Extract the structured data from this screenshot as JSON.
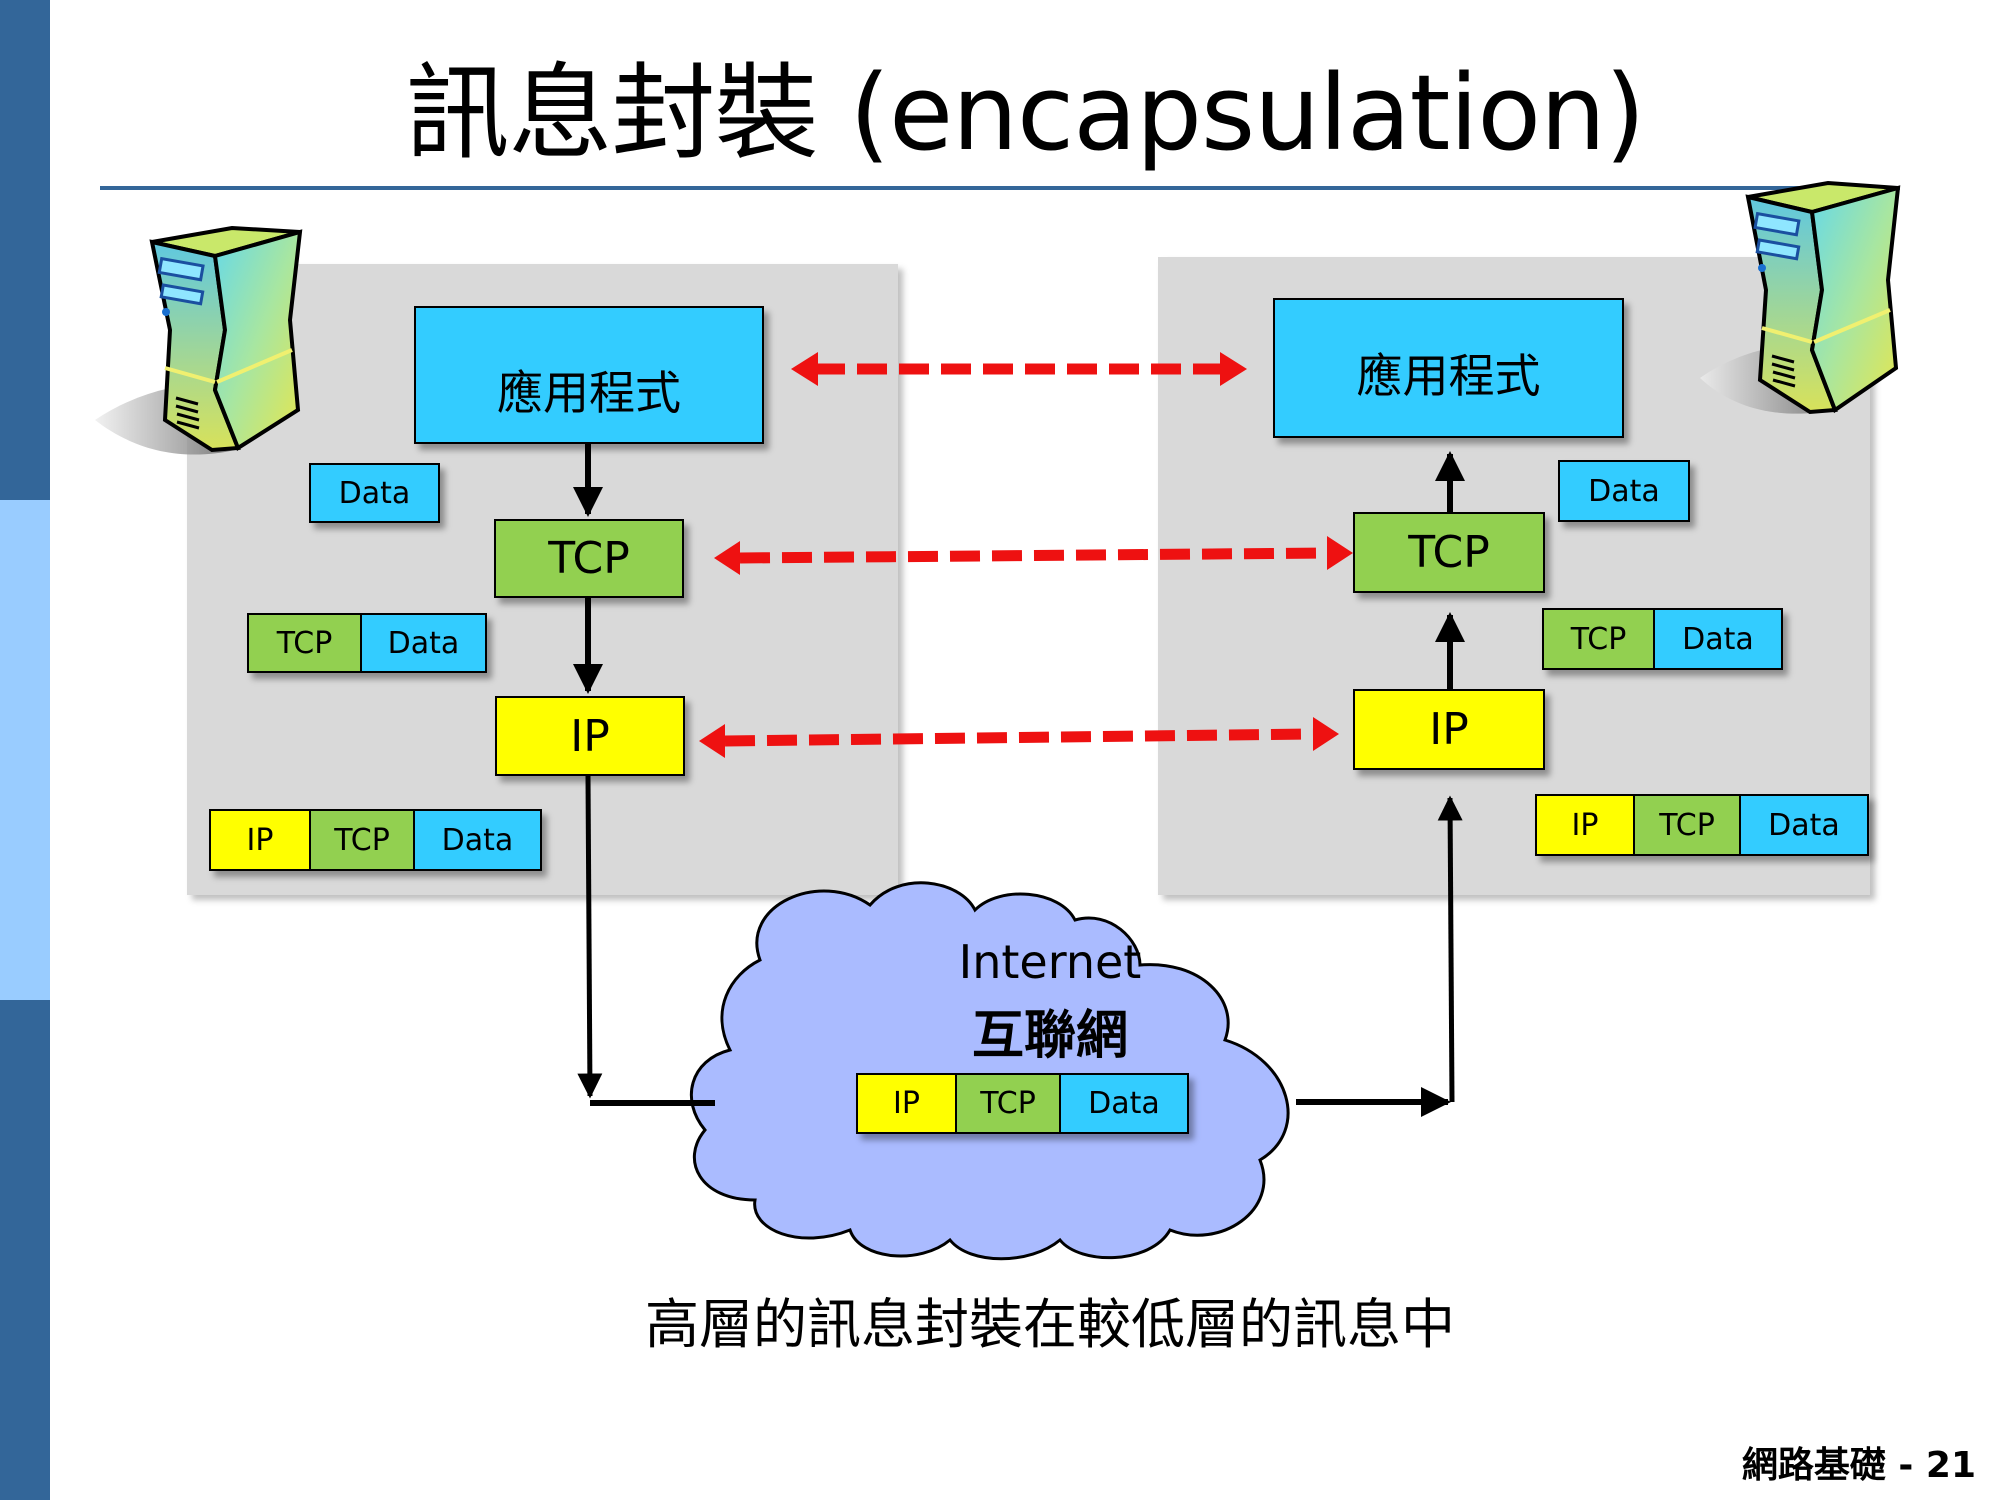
{
  "slide": {
    "title": "訊息封裝 (encapsulation)",
    "caption": "高層的訊息封裝在較低層的訊息中",
    "footer": "網路基礎 - 21",
    "colors": {
      "sidebar_dark": "#336699",
      "sidebar_light": "#99ccff",
      "title_rule": "#336699",
      "panel": "#d9d9d9",
      "application": "#33ccff",
      "tcp": "#92d050",
      "ip": "#ffff00",
      "cloud": "#aabbff",
      "peer_arrow": "#ee1111"
    }
  },
  "sender": {
    "icon": "server-icon",
    "application_label": "應用程式",
    "tcp_label": "TCP",
    "ip_label": "IP",
    "app_packet": [
      "Data"
    ],
    "tcp_packet": [
      "TCP",
      "Data"
    ],
    "ip_packet": [
      "IP",
      "TCP",
      "Data"
    ]
  },
  "receiver": {
    "icon": "server-icon",
    "application_label": "應用程式",
    "tcp_label": "TCP",
    "ip_label": "IP",
    "app_packet": [
      "Data"
    ],
    "tcp_packet": [
      "TCP",
      "Data"
    ],
    "ip_packet": [
      "IP",
      "TCP",
      "Data"
    ]
  },
  "network": {
    "icon": "cloud-icon",
    "label_en": "Internet",
    "label_zh": "互聯網",
    "packet": [
      "IP",
      "TCP",
      "Data"
    ]
  },
  "peer_links": [
    {
      "from": "sender.application",
      "to": "receiver.application",
      "style": "dashed-bidirectional"
    },
    {
      "from": "sender.tcp",
      "to": "receiver.tcp",
      "style": "dashed-bidirectional"
    },
    {
      "from": "sender.ip",
      "to": "receiver.ip",
      "style": "dashed-bidirectional"
    }
  ]
}
